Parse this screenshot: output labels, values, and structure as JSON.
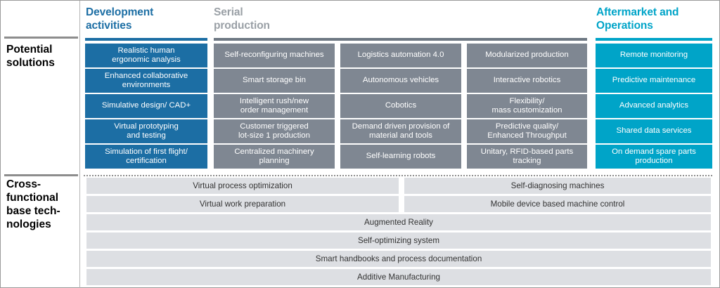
{
  "colors": {
    "development_blue": "#1c6ea4",
    "serial_gray": "#7f8792",
    "serial_title_gray": "#9aa0a6",
    "aftermarket_cyan": "#00a4c8",
    "base_tech_bar": "#dddfe3",
    "board_border": "#9a9a9a"
  },
  "row_labels": {
    "potential_solutions": "Potential\nsolutions",
    "cross_functional": "Cross-\nfunctional\nbase tech-\nnologies"
  },
  "groups": [
    {
      "id": "development",
      "title": "Development\nactivities",
      "accent": "#1c6ea4"
    },
    {
      "id": "serial",
      "title": "Serial\nproduction",
      "accent": "#6e7883"
    },
    {
      "id": "aftermarket",
      "title": "Aftermarket and\nOperations",
      "accent": "#00a4c8"
    }
  ],
  "columns": [
    {
      "id": "development-activities",
      "style": "c-blue",
      "cells": [
        "Realistic human\nergonomic analysis",
        "Enhanced collaborative\nenvironments",
        "Simulative design/ CAD+",
        "Virtual prototyping\nand testing",
        "Simulation of first flight/\ncertification"
      ]
    },
    {
      "id": "serial-production-1",
      "style": "c-gray",
      "cells": [
        "Self-reconfiguring machines",
        "Smart storage bin",
        "Intelligent rush/new\norder management",
        "Customer triggered\nlot-size 1 production",
        "Centralized machinery\nplanning"
      ]
    },
    {
      "id": "serial-production-2",
      "style": "c-gray",
      "cells": [
        "Logistics automation 4.0",
        "Autonomous vehicles",
        "Cobotics",
        "Demand driven provision of\nmaterial and tools",
        "Self-learning robots"
      ]
    },
    {
      "id": "serial-production-3",
      "style": "c-gray",
      "cells": [
        "Modularized production",
        "Interactive robotics",
        "Flexibility/\nmass customization",
        "Predictive quality/\nEnhanced Throughput",
        "Unitary, RFID-based parts\ntracking"
      ]
    },
    {
      "id": "aftermarket-operations",
      "style": "c-cyan",
      "cells": [
        "Remote monitoring",
        "Predictive maintenance",
        "Advanced analytics",
        "Shared data services",
        "On demand spare parts\nproduction"
      ]
    }
  ],
  "base_technologies": [
    {
      "layout": "split",
      "left": "Virtual process optimization",
      "right": "Self-diagnosing machines"
    },
    {
      "layout": "split",
      "left": "Virtual work preparation",
      "right": "Mobile device based machine control"
    },
    {
      "layout": "full",
      "label": "Augmented Reality"
    },
    {
      "layout": "full",
      "label": "Self-optimizing system"
    },
    {
      "layout": "full",
      "label": "Smart handbooks and process documentation"
    },
    {
      "layout": "full",
      "label": "Additive Manufacturing"
    }
  ]
}
